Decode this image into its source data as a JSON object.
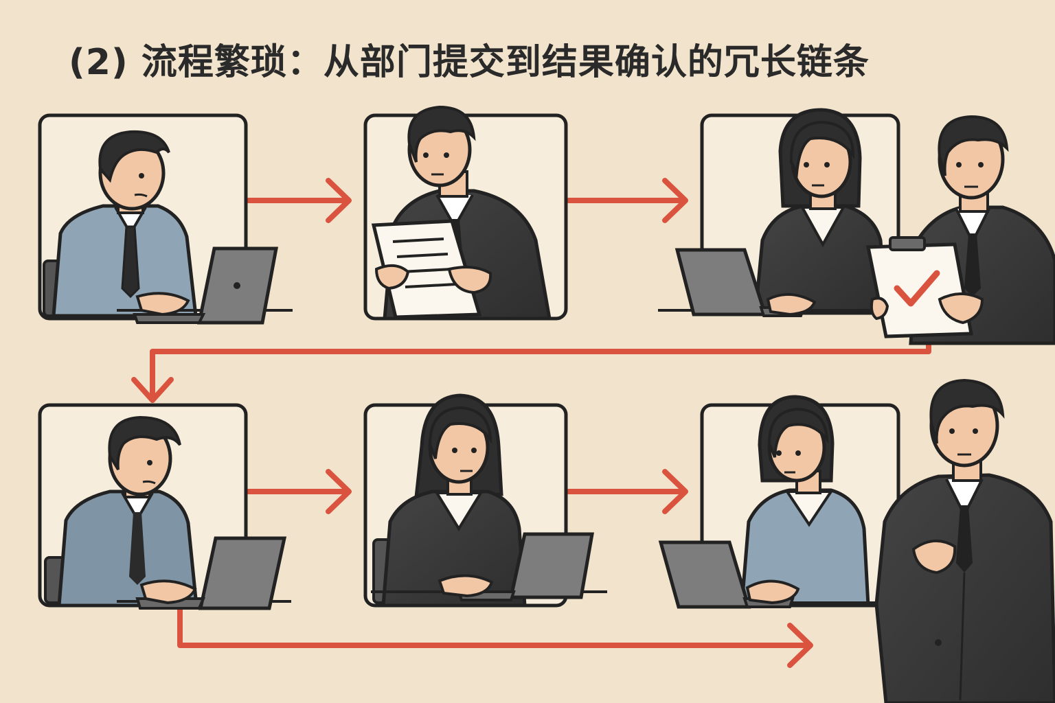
{
  "title": "(2) 流程繁琐：从部门提交到结果确认的冗长链条",
  "colors": {
    "background": "#f2e4cc",
    "panel": "#f6eddc",
    "arrow": "#d9533f",
    "outline": "#222222",
    "suit": "#3a3a3a",
    "shirt_blue": "#8fa5b5",
    "skin": "#f2c7a5",
    "laptop": "#7d7d7d"
  },
  "steps": [
    {
      "id": "employee-submits",
      "figure": "man-blue-shirt-laptop"
    },
    {
      "id": "manager-reviews-document",
      "figure": "man-suit-document"
    },
    {
      "id": "woman-processes",
      "figure": "woman-suit-laptop"
    },
    {
      "id": "supervisor-approves",
      "figure": "man-suit-clipboard-check"
    },
    {
      "id": "employee-resubmits",
      "figure": "man-blue-shirt-laptop"
    },
    {
      "id": "woman-reviews",
      "figure": "woman-suit-laptop"
    },
    {
      "id": "woman-confirms",
      "figure": "woman-blue-jacket-laptop"
    },
    {
      "id": "supervisor-final",
      "figure": "man-suit-standing"
    }
  ],
  "icons": [
    "arrow-right-icon",
    "arrow-down-icon",
    "check-icon",
    "document-icon",
    "laptop-icon",
    "clipboard-icon"
  ]
}
